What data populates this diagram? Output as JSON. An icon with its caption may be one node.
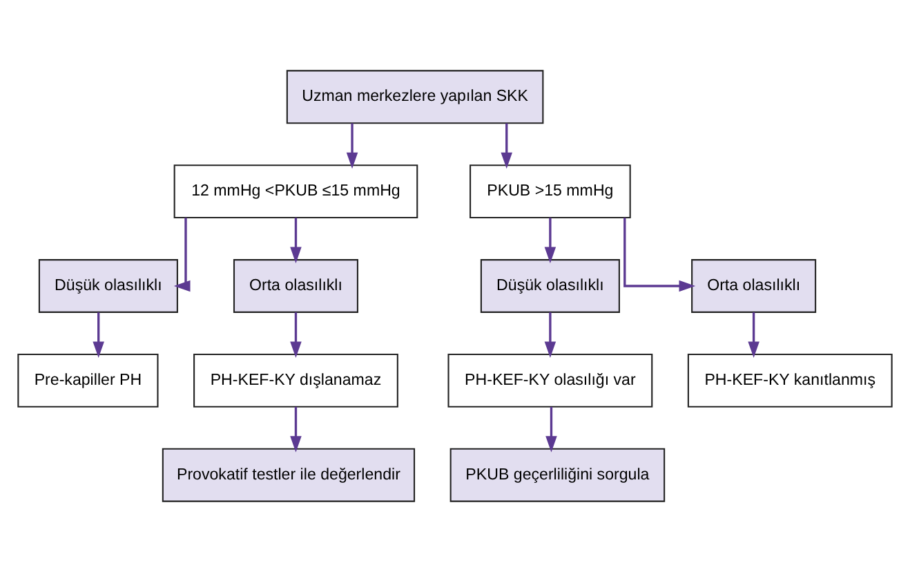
{
  "diagram": {
    "nodes": [
      {
        "text": [
          "Uzman merkezlere yapılan SKK"
        ]
      },
      {
        "text": [
          "12 mmHg <PKUB ≤15 mmHg"
        ]
      },
      {
        "text": [
          "PKUB >15 mmHg"
        ]
      },
      {
        "text": [
          "Düşük olasılıklı"
        ]
      },
      {
        "text": [
          "Orta olasılıklı"
        ]
      },
      {
        "text": [
          "Düşük olasılıklı"
        ]
      },
      {
        "text": [
          "Orta olasılıklı"
        ]
      },
      {
        "text": [
          "Pre-kapiller PH"
        ]
      },
      {
        "text": [
          "PH-KEF-KY dışlanamaz"
        ]
      },
      {
        "text": [
          "PH-KEF-KY olasılığı var"
        ]
      },
      {
        "text": [
          "PH-KEF-KY kanıtlanmış"
        ]
      },
      {
        "text": [
          "Provokatif testler ile değerlendir"
        ]
      },
      {
        "text": [
          "PKUB geçerliliğini sorgula"
        ]
      }
    ],
    "edges": [
      {
        "from": 0,
        "to": 1,
        "arrow": "to"
      },
      {
        "from": 0,
        "to": 2,
        "arrow": "to"
      },
      {
        "from": 1,
        "to": 3,
        "arrow": "to"
      },
      {
        "from": 1,
        "to": 4,
        "arrow": "to"
      },
      {
        "from": 2,
        "to": 5,
        "arrow": "to"
      },
      {
        "from": 2,
        "to": 6,
        "arrow": "to"
      },
      {
        "from": 3,
        "to": 7,
        "arrow": "to"
      },
      {
        "from": 4,
        "to": 8,
        "arrow": "to"
      },
      {
        "from": 5,
        "to": 9,
        "arrow": "to"
      },
      {
        "from": 6,
        "to": 10,
        "arrow": "to"
      },
      {
        "from": 8,
        "to": 11,
        "arrow": "to"
      },
      {
        "from": 9,
        "to": 12,
        "arrow": "to"
      }
    ]
  }
}
